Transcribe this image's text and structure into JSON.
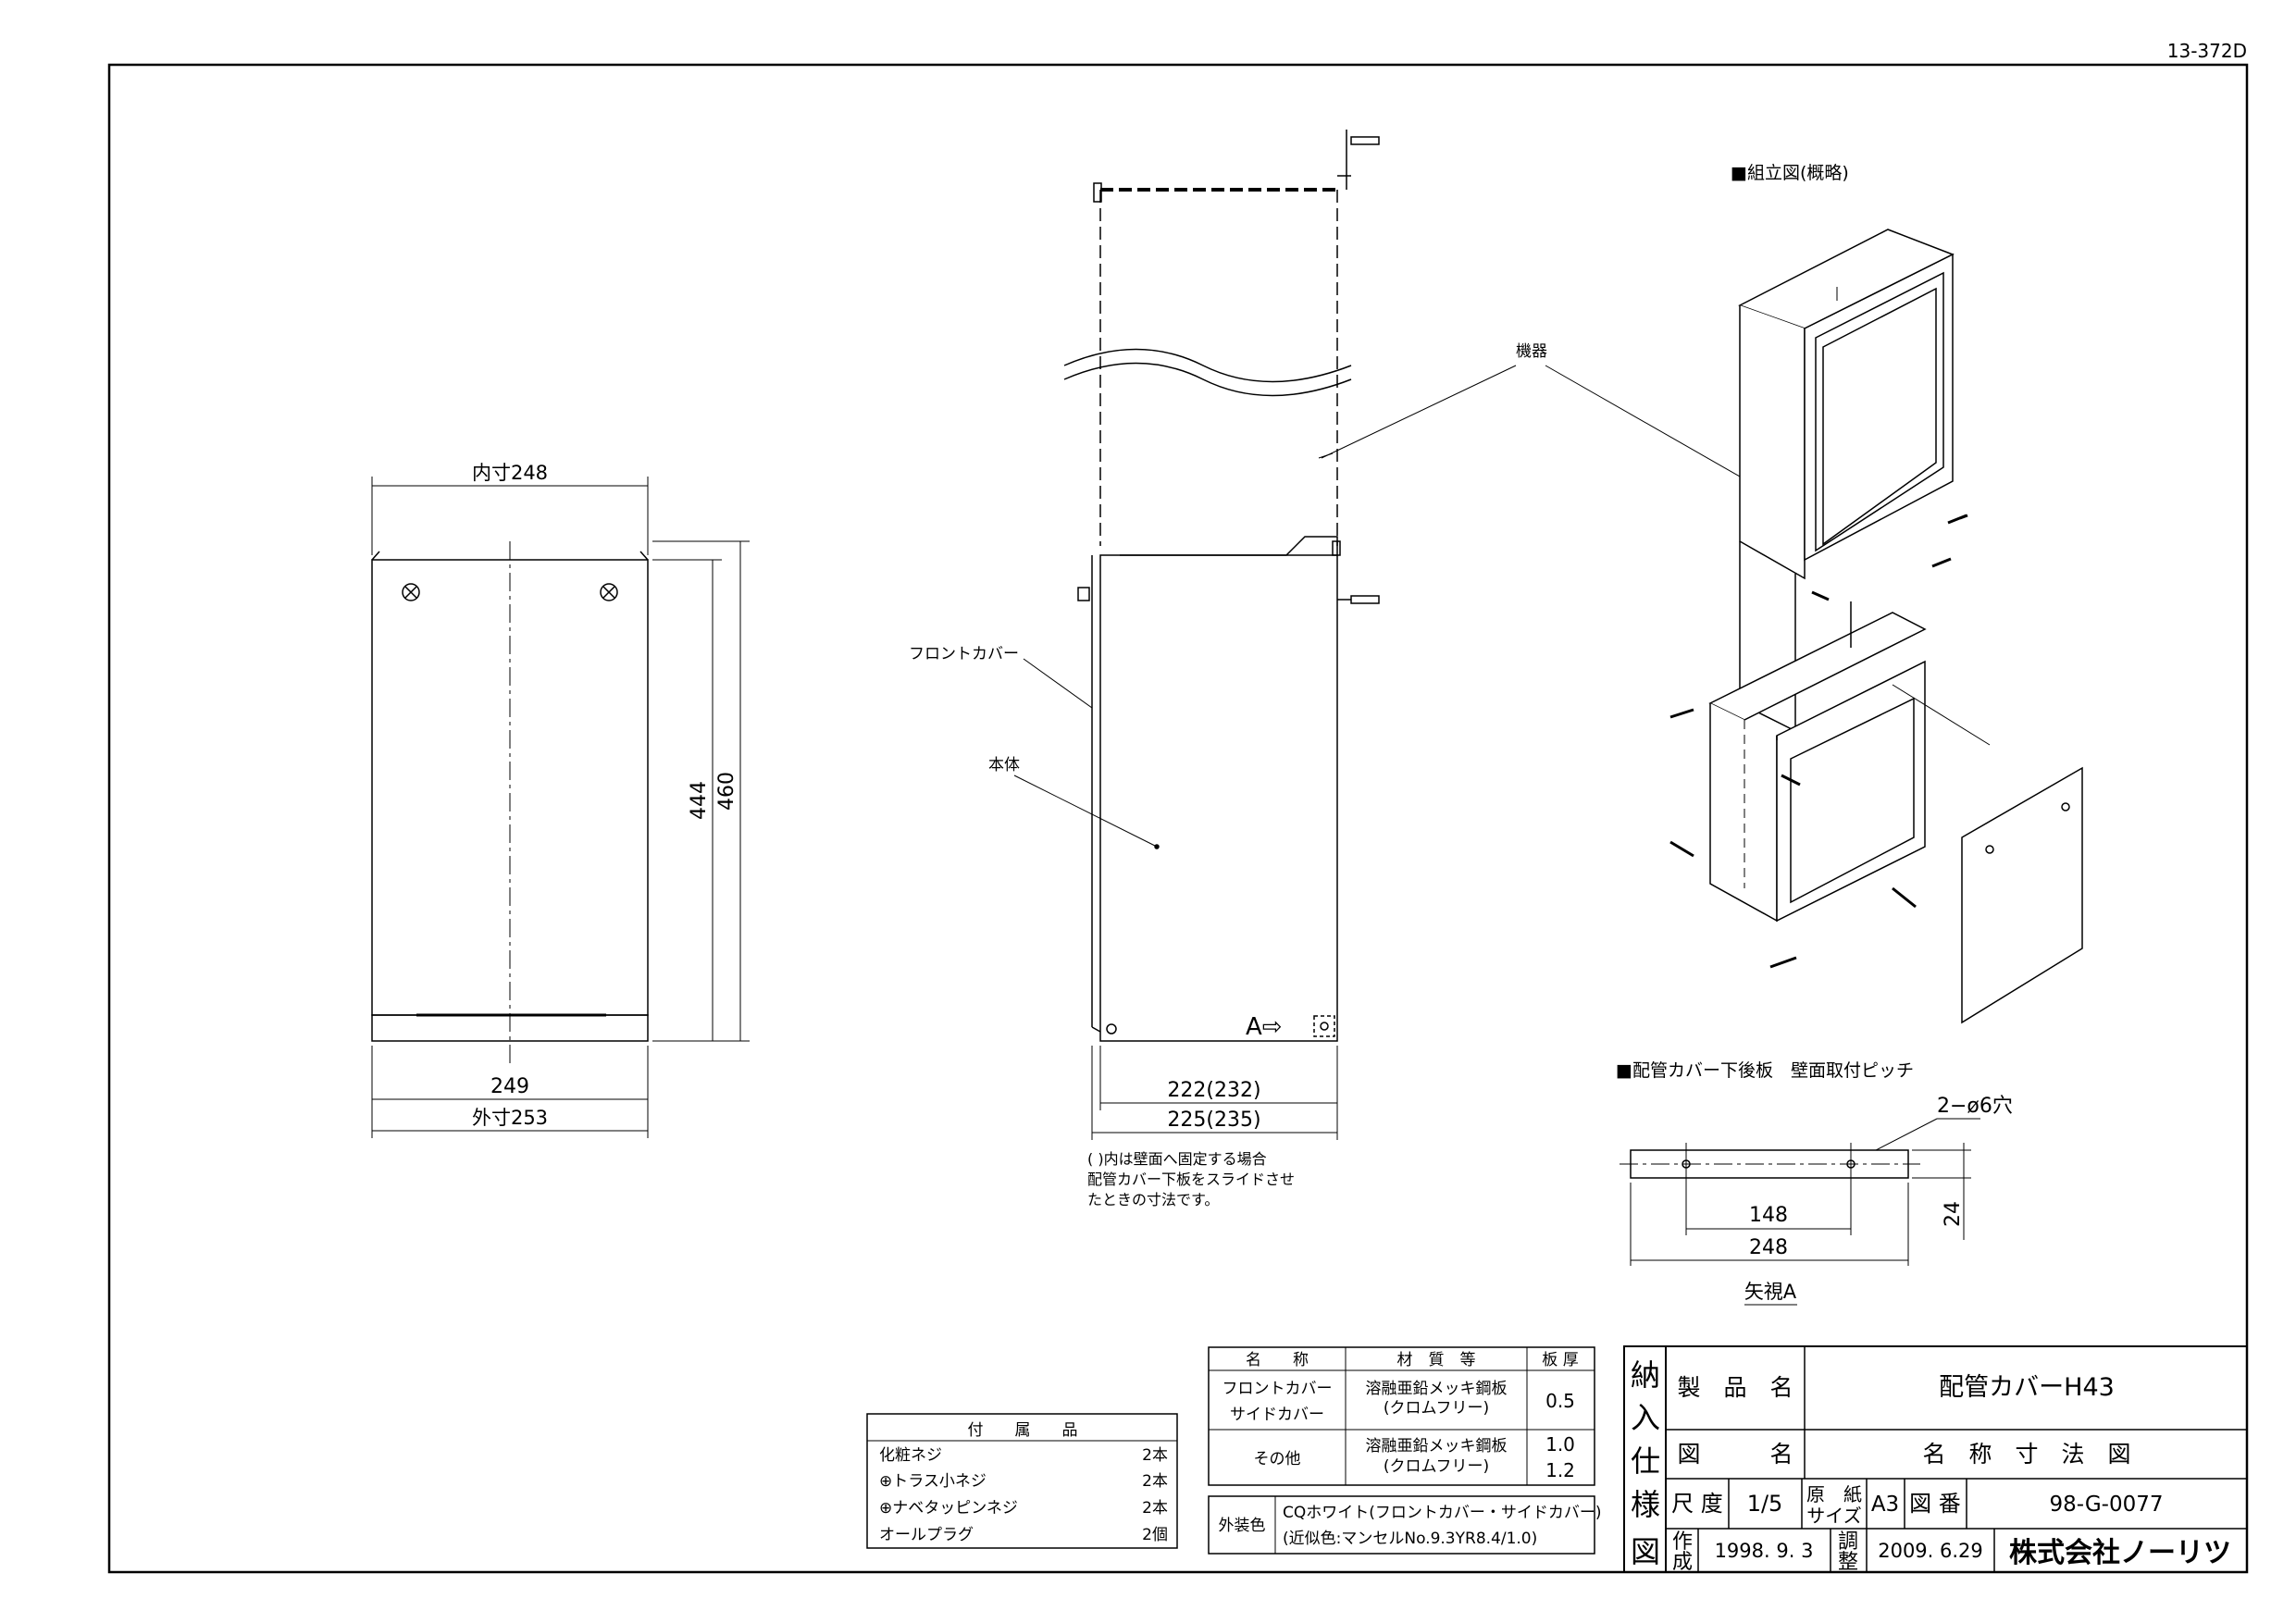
{
  "drawing_code": "13-372D",
  "left_view": {
    "inner_label": "内寸248",
    "height_inner": "444",
    "height_outer": "460",
    "width_249": "249",
    "outer_label": "外寸253"
  },
  "side_view": {
    "front_cover_label": "フロントカバー",
    "body_label": "本体",
    "arrow_label": "A⇨",
    "dim_222": "222(232)",
    "dim_225": "225(235)",
    "note": [
      "(  )内は壁面へ固定する場合",
      "配管カバー下板をスライドさせ",
      "たときの寸法です。"
    ]
  },
  "assembly": {
    "title": "■組立図(概略)",
    "device_label": "機器"
  },
  "pitch": {
    "title": "■配管カバー下後板　壁面取付ピッチ",
    "holes": "2−ø6穴",
    "dim_148": "148",
    "dim_248": "248",
    "dim_24": "24",
    "view_label": "矢視A"
  },
  "accessories": {
    "header": "付　　属　　品",
    "rows": [
      {
        "name": "化粧ネジ",
        "qty": "2本"
      },
      {
        "name": "⊕トラス小ネジ",
        "qty": "2本"
      },
      {
        "name": "⊕ナベタッピンネジ",
        "qty": "2本"
      },
      {
        "name": "オールプラグ",
        "qty": "2個"
      }
    ]
  },
  "materials": {
    "headers": [
      "名　　称",
      "材　質　等",
      "板 厚"
    ],
    "row1": {
      "names": [
        "フロントカバー",
        "サイドカバー"
      ],
      "material": [
        "溶融亜鉛メッキ鋼板",
        "(クロムフリー)"
      ],
      "thickness": "0.5"
    },
    "row2": {
      "name": "その他",
      "material": [
        "溶融亜鉛メッキ鋼板",
        "(クロムフリー)"
      ],
      "thickness": [
        "1.0",
        "1.2"
      ]
    },
    "color_label": "外装色",
    "color_lines": [
      "CQホワイト(フロントカバー・サイドカバー)",
      "(近似色:マンセルNo.9.3YR8.4/1.0)"
    ]
  },
  "title_block": {
    "side_chars": [
      "納",
      "入",
      "仕",
      "様",
      "図"
    ],
    "product_name_label": "製　品　名",
    "product_name": "配管カバーH43",
    "drawing_name_label": "図　　　名",
    "drawing_name": "名　称　寸　法　図",
    "scale_label": "尺 度",
    "scale": "1/5",
    "paper_label1": "原　紙",
    "paper_label2": "サイズ",
    "paper_size": "A3",
    "number_label": "図 番",
    "drawing_number": "98-G-0077",
    "created_label1": "作",
    "created_label2": "成",
    "created_date": "1998. 9. 3",
    "adjusted_label1": "調",
    "adjusted_label2": "整",
    "adjusted_date": "2009. 6.29",
    "company": "株式会社ノーリツ"
  }
}
